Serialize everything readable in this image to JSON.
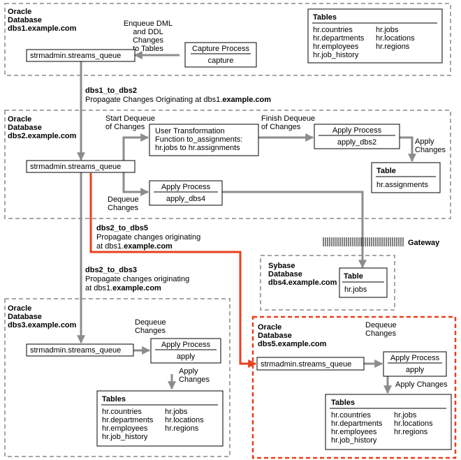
{
  "dbs1": {
    "db_label": "Oracle\nDatabase",
    "db_name": "dbs1.example.com",
    "queue": "strmadmin.streams_queue",
    "enqueue_note": "Enqueue DML\nand DDL\nChanges\nto Tables",
    "capture_title": "Capture Process",
    "capture_name": "capture",
    "tables_title": "Tables",
    "tables_col1": [
      "hr.countries",
      "hr.departments",
      "hr.employees",
      "hr.job_history"
    ],
    "tables_col2": [
      "hr.jobs",
      "hr.locations",
      "hr.regions"
    ]
  },
  "link_1_2": {
    "name": "dbs1_to_dbs2",
    "desc_prefix": "Propagate Changes Originating at dbs1.",
    "desc_bold": "example.com"
  },
  "dbs2": {
    "db_label": "Oracle\nDatabase",
    "db_name": "dbs2.example.com",
    "queue": "strmadmin.streams_queue",
    "start_dequeue": "Start Dequeue\nof Changes",
    "transform_text": "User Transformation\nFunction to_assignments:\nhr.jobs to hr.assignments",
    "finish_dequeue": "Finish Dequeue\nof Changes",
    "apply1_title": "Apply Process",
    "apply1_name": "apply_dbs2",
    "apply_changes": "Apply\nChanges",
    "table_title": "Table",
    "table_name": "hr.assignments",
    "dequeue_changes": "Dequeue\nChanges",
    "apply2_title": "Apply Process",
    "apply2_name": "apply_dbs4"
  },
  "link_2_5": {
    "name": "dbs2_to_dbs5",
    "line1": "Propagate changes originating",
    "line2_prefix": "at dbs1.",
    "line2_bold": "example.com"
  },
  "gateway": {
    "label": "Gateway"
  },
  "dbs4": {
    "db_label": "Sybase\nDatabase",
    "db_name": "dbs4.example.com",
    "table_title": "Table",
    "table_name": "hr.jobs"
  },
  "link_2_3": {
    "name": "dbs2_to_dbs3",
    "line1": "Propagate changes originating",
    "line2_prefix": "at dbs1.",
    "line2_bold": "example.com"
  },
  "dbs3": {
    "db_label": "Oracle\nDatabase",
    "db_name": "dbs3.example.com",
    "queue": "strmadmin.streams_queue",
    "dequeue_changes": "Dequeue\nChanges",
    "apply_title": "Apply Process",
    "apply_name": "apply",
    "apply_changes": "Apply\nChanges",
    "tables_title": "Tables",
    "tables_col1": [
      "hr.countries",
      "hr.departments",
      "hr.employees",
      "hr.job_history"
    ],
    "tables_col2": [
      "hr.jobs",
      "hr.locations",
      "hr.regions"
    ]
  },
  "dbs5": {
    "db_label": "Oracle\nDatabase",
    "db_name": "dbs5.example.com",
    "queue": "strmadmin.streams_queue",
    "dequeue_changes": "Dequeue\nChanges",
    "apply_title": "Apply Process",
    "apply_name": "apply",
    "apply_changes": "Apply Changes",
    "tables_title": "Tables",
    "tables_col1": [
      "hr.countries",
      "hr.departments",
      "hr.employees",
      "hr.job_history"
    ],
    "tables_col2": [
      "hr.jobs",
      "hr.locations",
      "hr.regions"
    ]
  },
  "colors": {
    "flow": "#8c8c8c",
    "highlight": "#e8401c",
    "region": "#a6a6a6"
  }
}
